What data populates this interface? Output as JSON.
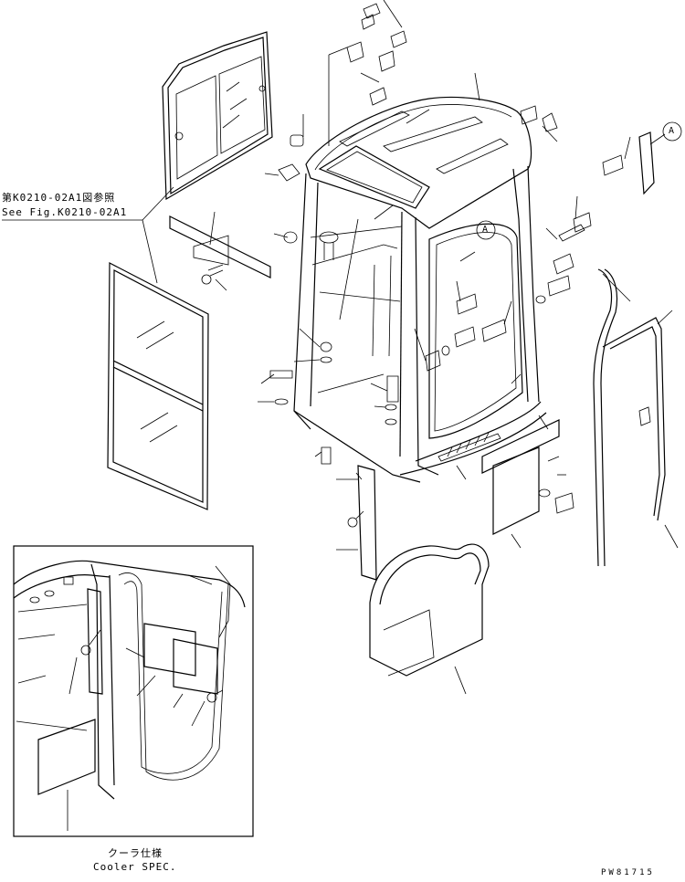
{
  "reference": {
    "jp": "第K0210-02A1図参照",
    "en": "See Fig.K0210-02A1"
  },
  "callouts": {
    "A1": "A",
    "A2": "A"
  },
  "inset": {
    "caption_jp": "クーラ仕様",
    "caption_en": "Cooler SPEC."
  },
  "drawing_number": "PW81715"
}
